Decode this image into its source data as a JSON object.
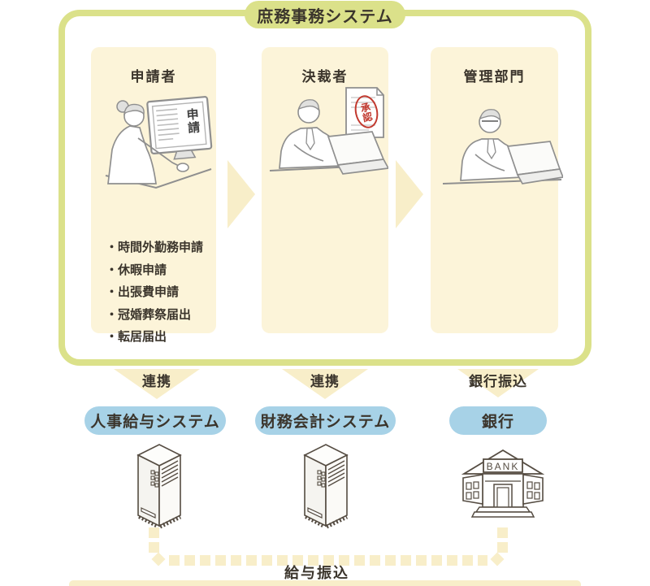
{
  "colors": {
    "frame_green": "#dbe18a",
    "panel_cream": "#fcf4d9",
    "arrow_cream": "#f8eec9",
    "pill_blue": "#a7d2e7",
    "text_dark": "#3b352c",
    "stamp_red": "#c2392f"
  },
  "system": {
    "title": "庶務事務システム",
    "columns": [
      {
        "header": "申請者",
        "bullet": "・",
        "items": [
          "時間外勤務申請",
          "休暇申請",
          "出張費申請",
          "冠婚葬祭届出",
          "転居届出"
        ],
        "screen_label": "申請"
      },
      {
        "header": "決裁者",
        "stamp_label": "承認"
      },
      {
        "header": "管理部門"
      }
    ]
  },
  "integrations": [
    {
      "arrow_label": "連携",
      "name": "人事給与システム"
    },
    {
      "arrow_label": "連携",
      "name": "財務会計システム"
    },
    {
      "arrow_label": "銀行振込",
      "name": "銀行",
      "building_sign": "BANK"
    }
  ],
  "bottom_flow": {
    "label": "給与振込"
  }
}
